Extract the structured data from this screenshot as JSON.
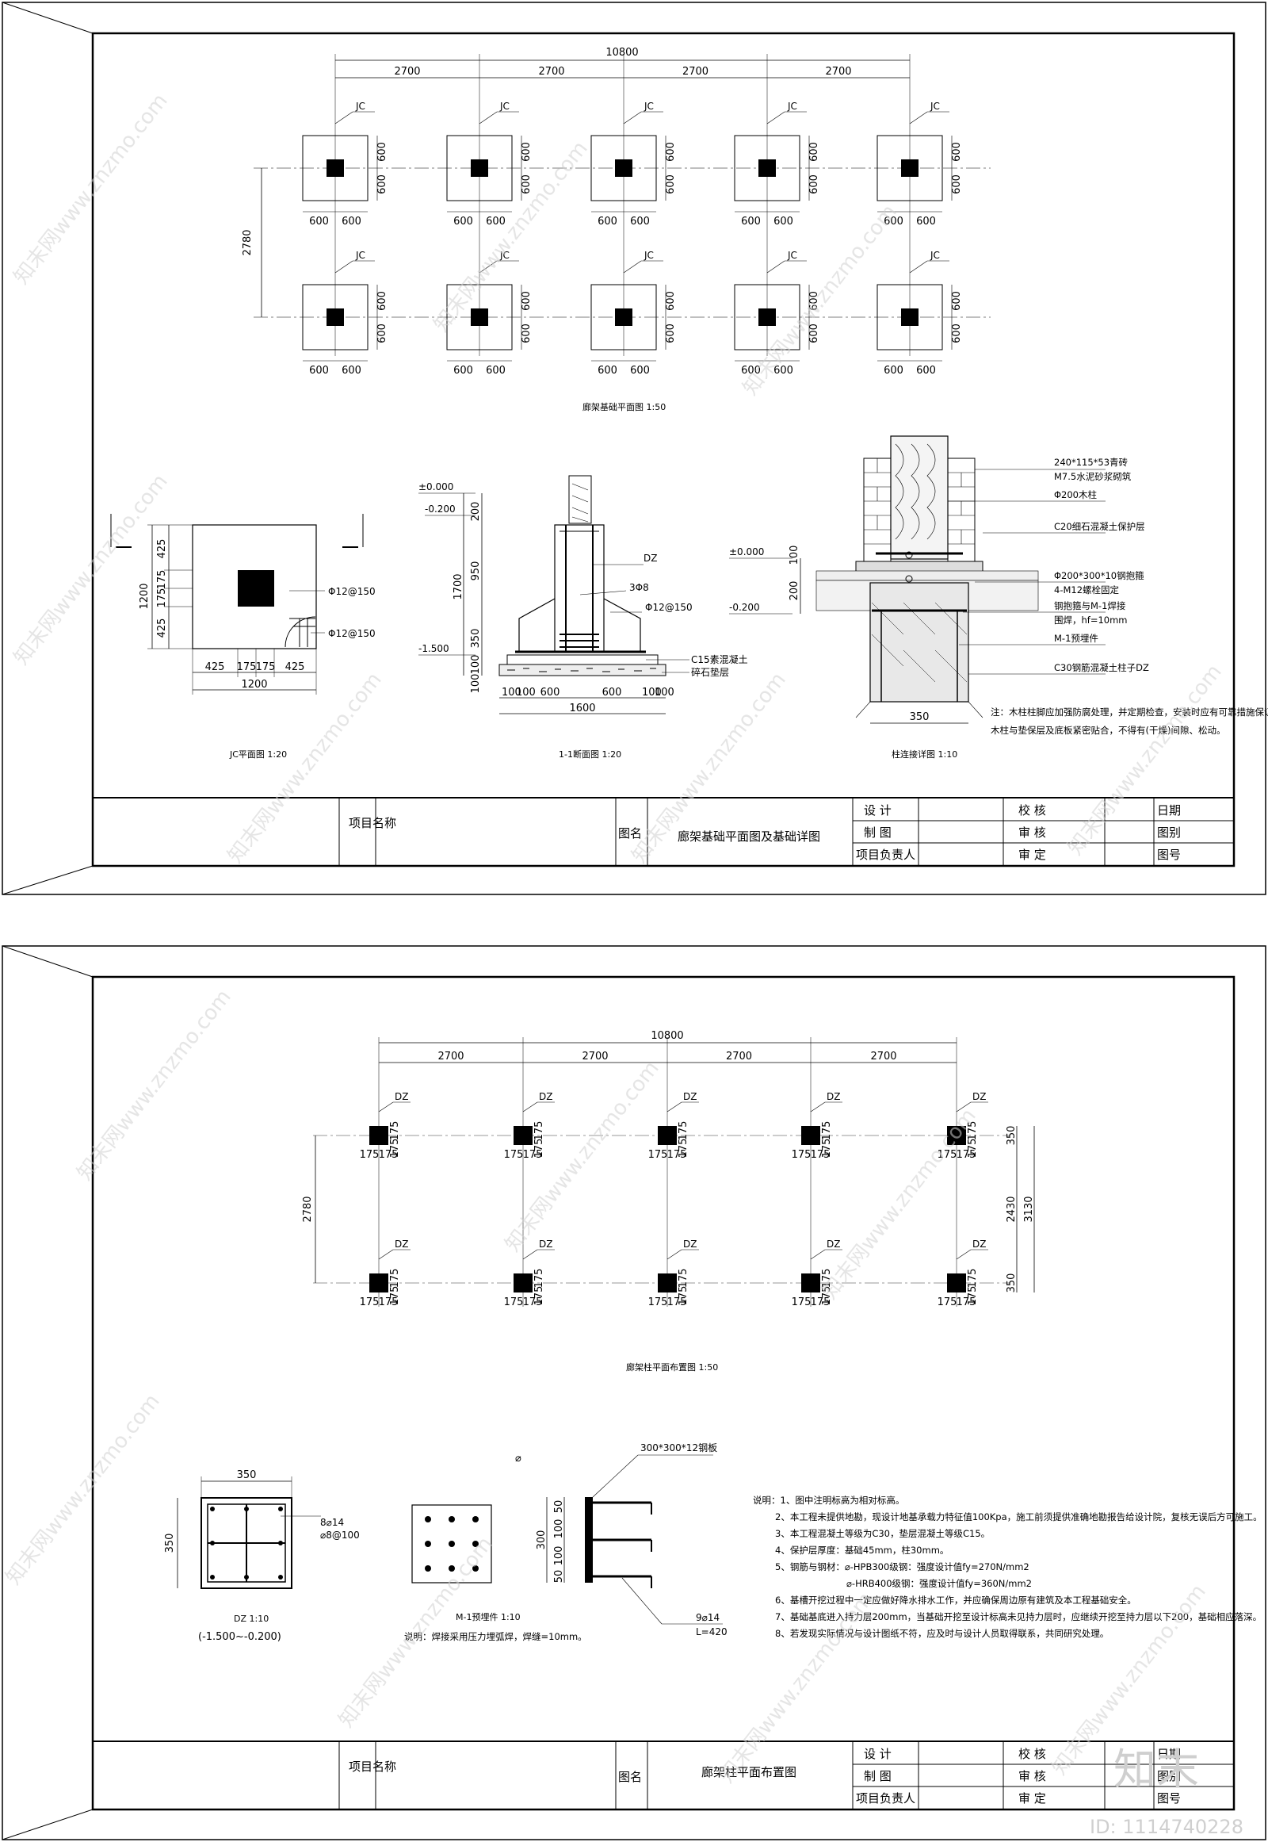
{
  "sheet1": {
    "plan": {
      "overall": "10800",
      "bays": [
        "2700",
        "2700",
        "2700",
        "2700"
      ],
      "row_spacing": "2780",
      "footing_tag": "JC",
      "footing_half": "600",
      "caption": "廊架基础平面图 1:50"
    },
    "jc_plan": {
      "caption": "JC平面图 1:20",
      "left_dims": [
        "1200",
        "425",
        "175",
        "175",
        "425"
      ],
      "bottom_dims": [
        "425",
        "175",
        "175",
        "425",
        "1200"
      ],
      "rebar_1": "Φ12@150",
      "rebar_2": "Φ12@150"
    },
    "section": {
      "caption": "1-1断面图 1:20",
      "elev_top": "±0.000",
      "elev_mid": "-0.200",
      "elev_bot": "-1.500",
      "vert_dims": [
        "200",
        "950",
        "1700",
        "350",
        "100",
        "100"
      ],
      "bottom_dims": [
        "100",
        "100",
        "600",
        "600",
        "100",
        "100"
      ],
      "total_width": "1600",
      "column_tag": "DZ",
      "stirrup": "3Φ8",
      "rebar": "Φ12@150",
      "layer_1": "C15素混凝土",
      "layer_2": "碎石垫层"
    },
    "detail": {
      "caption": "柱连接详图 1:10",
      "elev_top": "±0.000",
      "elev_mid": "-0.200",
      "dims": [
        "100",
        "200"
      ],
      "width": "350",
      "callouts": [
        "240*115*53青砖",
        "M7.5水泥砂浆砌筑",
        "Φ200木柱",
        "C20细石混凝土保护层",
        "Φ200*300*10钢抱箍",
        "4-M12螺栓固定",
        "钢抱箍与M-1焊接",
        "围焊，hf=10mm",
        "M-1预埋件",
        "C30钢筋混凝土柱子DZ"
      ],
      "note_1": "注：木柱柱脚应加强防腐处理，并定期检查，安装时应有可靠措施保证",
      "note_2": "木柱与垫保层及底板紧密贴合，不得有(干燥)间隙、松动。"
    },
    "title_block": {
      "project_label": "项目名称",
      "drawing_name_label": "图名",
      "drawing_name": "廊架基础平面图及基础详图",
      "design": "设 计",
      "draft": "制 图",
      "manager": "项目负责人",
      "check": "校 核",
      "review": "审 核",
      "approve": "审 定",
      "date": "日期",
      "category": "图别",
      "number": "图号"
    }
  },
  "sheet2": {
    "plan": {
      "overall": "10800",
      "bays": [
        "2700",
        "2700",
        "2700",
        "2700"
      ],
      "row_spacing": "2780",
      "col_tag": "DZ",
      "col_half": "175",
      "right_dims": [
        "350",
        "2430",
        "350"
      ],
      "right_total": "3130",
      "caption": "廊架柱平面布置图 1:50"
    },
    "dz_section": {
      "width": "350",
      "height": "350",
      "rebar_main": "8⌀14",
      "rebar_stirrup": "⌀8@100",
      "caption": "DZ 1:10",
      "range": "(-1.500~-0.200)"
    },
    "m1": {
      "caption": "M-1预埋件 1:10",
      "note": "说明：焊接采用压力埋弧焊，焊缝=10mm。",
      "symbol": "⌀",
      "plate": "300*300*12钢板",
      "dims": [
        "50",
        "100",
        "100",
        "50"
      ],
      "total": "300",
      "bar": "9⌀14",
      "length": "L=420"
    },
    "notes": [
      "说明：1、图中注明标高为相对标高。",
      "2、本工程未提供地勘，现设计地基承载力特征值100Kpa，施工前须提供准确地勘报告给设计院，复核无误后方可施工。",
      "3、本工程混凝土等级为C30，垫层混凝土等级C15。",
      "4、保护层厚度：基础45mm，柱30mm。",
      "5、钢筋与钢材：⌀-HPB300级钢：强度设计值fy=270N/mm2",
      "⌀-HRB400级钢：强度设计值fy=360N/mm2",
      "6、基槽开挖过程中一定应做好降水排水工作，并应确保周边原有建筑及本工程基础安全。",
      "7、基础基底进入持力层200mm，当基础开挖至设计标高未见持力层时，应继续开挖至持力层以下200，基础相应落深。",
      "8、若发现实际情况与设计图纸不符，应及时与设计人员取得联系，共同研究处理。"
    ],
    "title_block": {
      "project_label": "项目名称",
      "drawing_name_label": "图名",
      "drawing_name": "廊架柱平面布置图",
      "design": "设 计",
      "draft": "制 图",
      "manager": "项目负责人",
      "check": "校 核",
      "review": "审 核",
      "approve": "审 定",
      "date": "日期",
      "category": "图别",
      "number": "图号"
    }
  },
  "watermark": {
    "site": "知末网www.znzmo.com",
    "brand": "知末",
    "id": "ID: 1114740228"
  }
}
